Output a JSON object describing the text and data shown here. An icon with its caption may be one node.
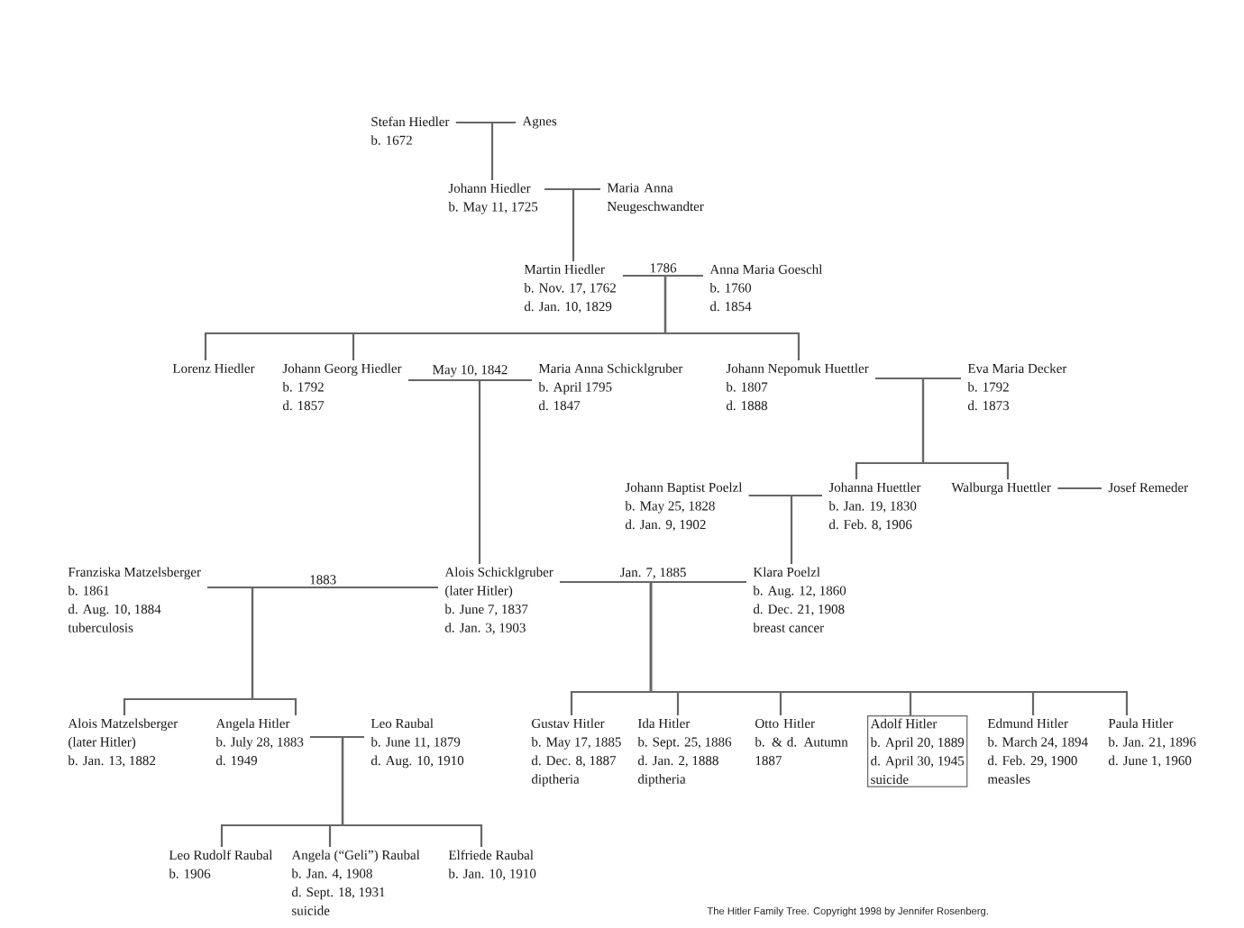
{
  "diagram": {
    "caption": "The Hitler Family Tree.  Copyright 1998 by Jennifer Rosenberg.",
    "nodes": [
      {
        "text": [
          "Stefan Hiedler",
          "b. 1672"
        ]
      },
      {
        "text": [
          "Agnes"
        ]
      },
      {
        "text": [
          "Johann Hiedler",
          "b. May 11, 1725"
        ]
      },
      {
        "text": [
          "Maria Anna Neugeschwandter"
        ]
      },
      {
        "text": [
          "Martin Hiedler",
          "b. Nov. 17, 1762",
          "d. Jan. 10, 1829"
        ]
      },
      {
        "text": [
          "Anna Maria Goeschl",
          "b. 1760",
          "d. 1854"
        ]
      },
      {
        "text": [
          "Lorenz Hiedler"
        ]
      },
      {
        "text": [
          "Johann Georg Hiedler",
          "b. 1792",
          "d. 1857"
        ]
      },
      {
        "text": [
          "Maria Anna Schicklgruber",
          "b. April 1795",
          "d. 1847"
        ]
      },
      {
        "text": [
          "Johann Nepomuk Huettler",
          "b. 1807",
          "d. 1888"
        ]
      },
      {
        "text": [
          "Eva Maria Decker",
          "b. 1792",
          "d. 1873"
        ]
      },
      {
        "text": [
          "Johann Baptist Poelzl",
          "b. May 25, 1828",
          "d. Jan. 9, 1902"
        ]
      },
      {
        "text": [
          "Johanna Huettler",
          "b. Jan. 19, 1830",
          "d. Feb. 8, 1906"
        ]
      },
      {
        "text": [
          "Walburga Huettler"
        ]
      },
      {
        "text": [
          "Josef Remeder"
        ]
      },
      {
        "text": [
          "Franziska Matzelsberger",
          "b. 1861",
          "d. Aug. 10, 1884",
          "tuberculosis"
        ]
      },
      {
        "text": [
          "Alois Schicklgruber",
          "(later Hitler)",
          "b. June 7, 1837",
          "d. Jan. 3, 1903"
        ]
      },
      {
        "text": [
          "Klara Poelzl",
          "b. Aug. 12, 1860",
          "d. Dec. 21, 1908",
          "breast cancer"
        ]
      },
      {
        "text": [
          "Alois Matzelsberger",
          "(later Hitler)",
          "b. Jan. 13, 1882"
        ]
      },
      {
        "text": [
          "Angela Hitler",
          "b. July 28, 1883",
          "d. 1949"
        ]
      },
      {
        "text": [
          "Leo Raubal",
          "b. June 11, 1879",
          "d. Aug. 10, 1910"
        ]
      },
      {
        "text": [
          "Leo Rudolf Raubal",
          "b. 1906"
        ]
      },
      {
        "text": [
          "Angela (“Geli”) Raubal",
          "b. Jan. 4, 1908",
          "d. Sept. 18, 1931",
          "suicide"
        ]
      },
      {
        "text": [
          "Elfriede Raubal",
          "b. Jan. 10, 1910"
        ]
      },
      {
        "text": [
          "Gustav Hitler",
          "b. May 17, 1885",
          "d. Dec. 8, 1887",
          "diptheria"
        ]
      },
      {
        "text": [
          "Ida Hitler",
          "b. Sept. 25, 1886",
          "d. Jan. 2, 1888",
          "diptheria"
        ]
      },
      {
        "text": [
          "Otto Hitler",
          "b. & d. Autumn 1887"
        ]
      },
      {
        "text": [
          "Adolf Hitler",
          "b. April 20, 1889",
          "d. April 30, 1945",
          "suicide"
        ]
      },
      {
        "text": [
          "Edmund Hitler",
          "b. March 24, 1894",
          "d. Feb. 29, 1900",
          "measles"
        ]
      },
      {
        "text": [
          "Paula Hitler",
          "b. Jan. 21, 1896",
          "d. June 1, 1960"
        ]
      }
    ],
    "edges": [
      {
        "from": 0,
        "to": 1,
        "arrow": "none"
      },
      {
        "from": 0,
        "to": 2,
        "arrow": "none"
      },
      {
        "from": 2,
        "to": 3,
        "arrow": "none"
      },
      {
        "from": 2,
        "to": 4,
        "arrow": "none"
      },
      {
        "from": 4,
        "to": 5,
        "arrow": "none",
        "label": "1786"
      },
      {
        "from": 4,
        "to": 6,
        "arrow": "none"
      },
      {
        "from": 4,
        "to": 7,
        "arrow": "none"
      },
      {
        "from": 4,
        "to": 9,
        "arrow": "none"
      },
      {
        "from": 7,
        "to": 8,
        "arrow": "none",
        "label": "May 10, 1842"
      },
      {
        "from": 7,
        "to": 16,
        "arrow": "none"
      },
      {
        "from": 9,
        "to": 10,
        "arrow": "none"
      },
      {
        "from": 9,
        "to": 12,
        "arrow": "none"
      },
      {
        "from": 9,
        "to": 13,
        "arrow": "none"
      },
      {
        "from": 11,
        "to": 12,
        "arrow": "none"
      },
      {
        "from": 11,
        "to": 17,
        "arrow": "none"
      },
      {
        "from": 13,
        "to": 14,
        "arrow": "none"
      },
      {
        "from": 15,
        "to": 16,
        "arrow": "none",
        "label": "1883"
      },
      {
        "from": 16,
        "to": 17,
        "arrow": "none",
        "label": "Jan. 7, 1885"
      },
      {
        "from": 15,
        "to": 18,
        "arrow": "none"
      },
      {
        "from": 15,
        "to": 19,
        "arrow": "none"
      },
      {
        "from": 16,
        "to": 24,
        "arrow": "none"
      },
      {
        "from": 16,
        "to": 25,
        "arrow": "none"
      },
      {
        "from": 16,
        "to": 26,
        "arrow": "none"
      },
      {
        "from": 16,
        "to": 27,
        "arrow": "none"
      },
      {
        "from": 16,
        "to": 28,
        "arrow": "none"
      },
      {
        "from": 16,
        "to": 29,
        "arrow": "none"
      },
      {
        "from": 19,
        "to": 20,
        "arrow": "none"
      },
      {
        "from": 19,
        "to": 21,
        "arrow": "none"
      },
      {
        "from": 19,
        "to": 22,
        "arrow": "none"
      },
      {
        "from": 19,
        "to": 23,
        "arrow": "none"
      }
    ]
  }
}
